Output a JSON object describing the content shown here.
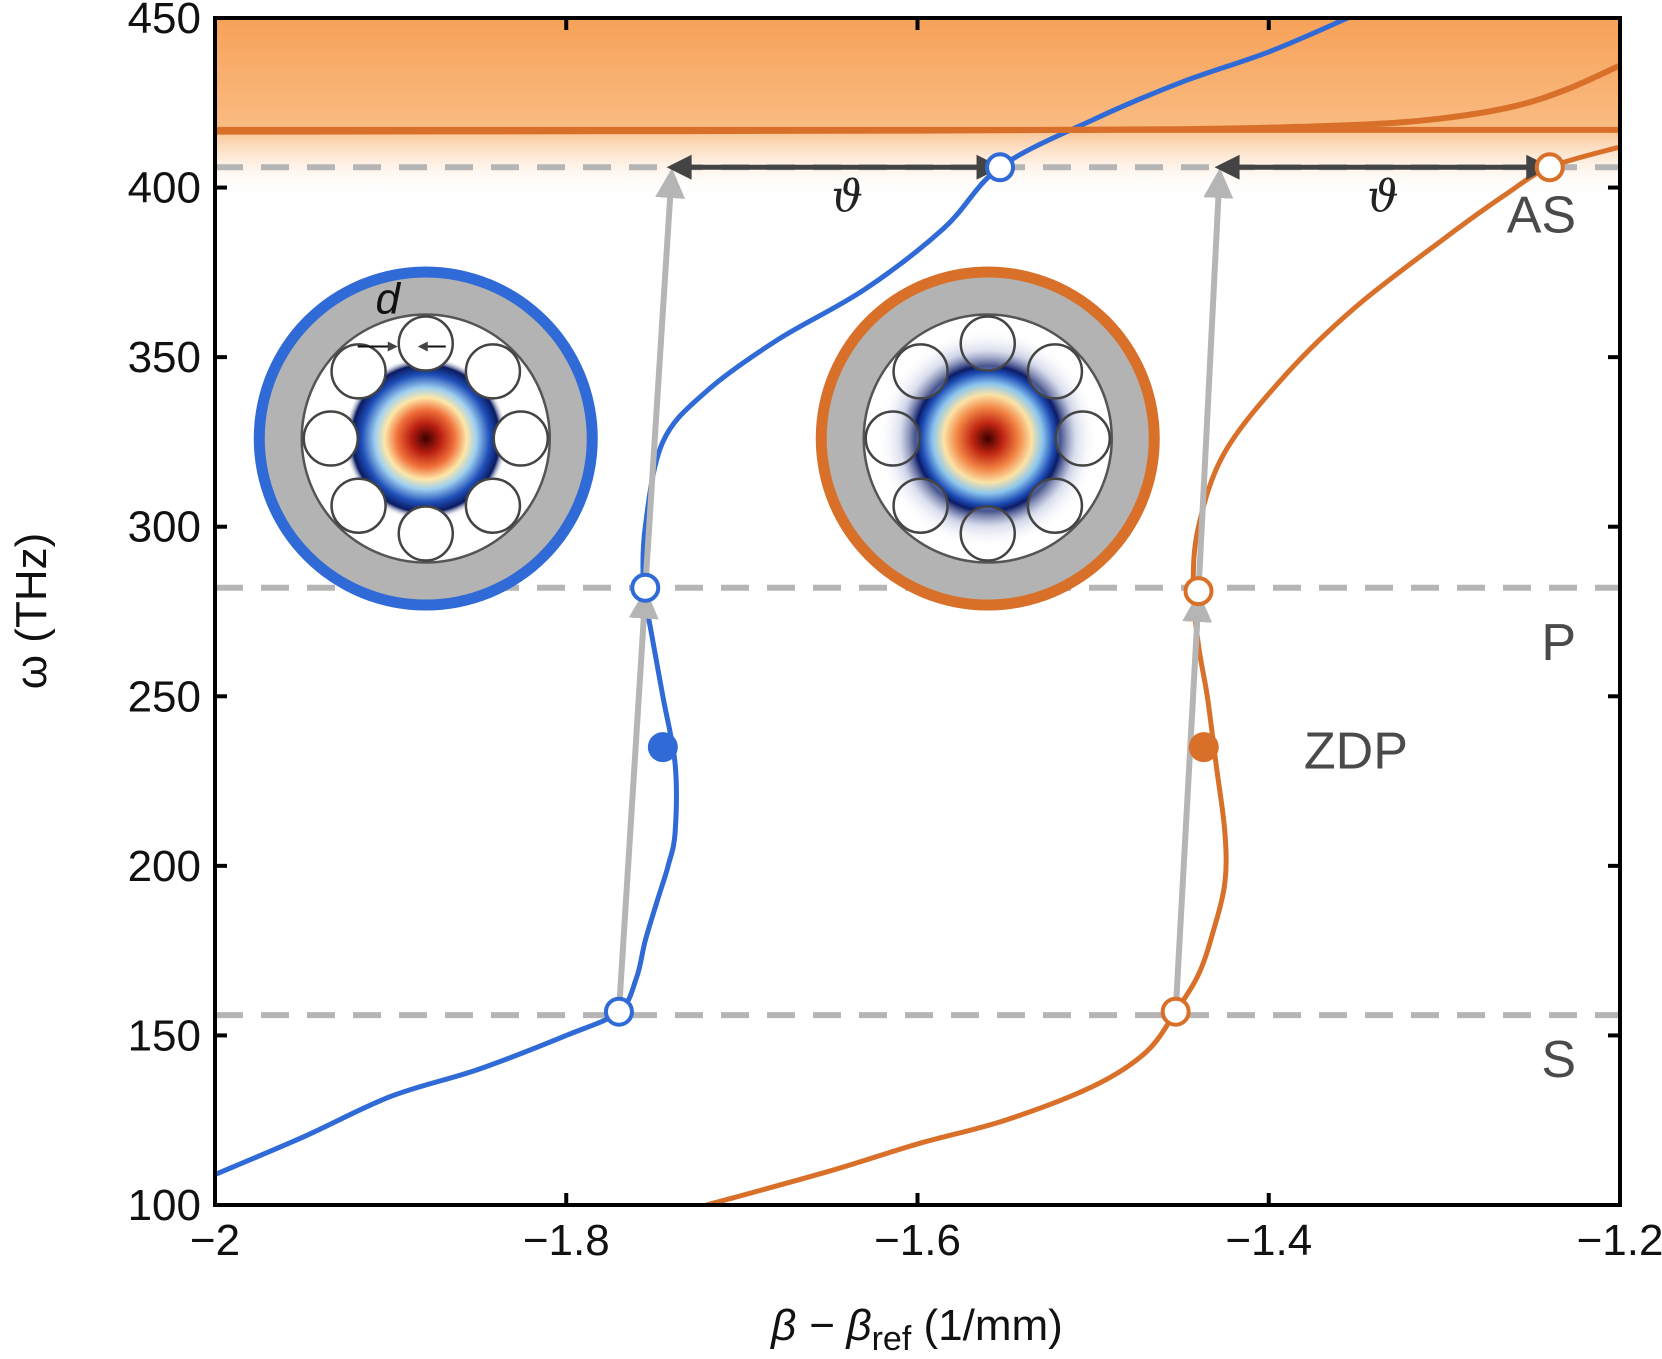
{
  "chart_data": {
    "type": "line",
    "xlabel": "β − βref (1/mm)",
    "xlabel_main": "β − β",
    "xlabel_sub": "ref",
    "xlabel_unit": " (1/mm)",
    "ylabel": "ω (THz)",
    "xlim": [
      -2,
      -1.2
    ],
    "ylim": [
      100,
      450
    ],
    "xticks": [
      -2,
      -1.8,
      -1.6,
      -1.4,
      -1.2
    ],
    "yticks": [
      100,
      150,
      200,
      250,
      300,
      350,
      400,
      450
    ],
    "xtick_labels": [
      "−2",
      "−1.8",
      "−1.6",
      "−1.4",
      "−1.2"
    ],
    "ytick_labels": [
      "100",
      "150",
      "200",
      "250",
      "300",
      "350",
      "400",
      "450"
    ],
    "grid": false,
    "colors": {
      "blue": "#2f6ad6",
      "orange": "#d9702a",
      "band": "#f7a560",
      "gray": "#b5b5b5",
      "dark_arrow": "#444444"
    },
    "band_region": {
      "y_from": 406,
      "y_to": 450,
      "label": ""
    },
    "hlines": [
      {
        "y": 406,
        "style": "dashed"
      },
      {
        "y": 282,
        "style": "dashed"
      },
      {
        "y": 156,
        "style": "dashed"
      }
    ],
    "series": [
      {
        "color": "blue",
        "x": [
          -2.0,
          -1.95,
          -1.9,
          -1.85,
          -1.8,
          -1.77,
          -1.76,
          -1.755,
          -1.748,
          -1.742,
          -1.738,
          -1.738,
          -1.745,
          -1.752,
          -1.756,
          -1.755,
          -1.745,
          -1.72,
          -1.68,
          -1.63,
          -1.585,
          -1.553,
          -1.5,
          -1.45,
          -1.4,
          -1.355
        ],
        "y": [
          109,
          120,
          132,
          140,
          150,
          157,
          167,
          178,
          190,
          200,
          210,
          230,
          250,
          270,
          282,
          300,
          325,
          340,
          355,
          370,
          388,
          406,
          420,
          431,
          440,
          450
        ]
      },
      {
        "color": "orange",
        "x": [
          -1.72,
          -1.65,
          -1.6,
          -1.55,
          -1.5,
          -1.47,
          -1.453,
          -1.44,
          -1.432,
          -1.425,
          -1.425,
          -1.43,
          -1.435,
          -1.44,
          -1.443,
          -1.44,
          -1.425,
          -1.39,
          -1.35,
          -1.3,
          -1.265,
          -1.24,
          -1.2
        ],
        "y": [
          100,
          110,
          118,
          125,
          135,
          145,
          157,
          168,
          180,
          195,
          210,
          230,
          250,
          265,
          282,
          300,
          322,
          345,
          365,
          385,
          398,
          406,
          412
        ]
      },
      {
        "color": "orange",
        "x": [
          -2.0,
          -1.8,
          -1.6,
          -1.45,
          -1.35,
          -1.3,
          -1.26,
          -1.23,
          -1.2
        ],
        "y": [
          416.5,
          416.6,
          416.8,
          417.2,
          418.5,
          420.5,
          424,
          429,
          436
        ]
      },
      {
        "color": "orange",
        "x": [
          -2.0,
          -1.2
        ],
        "y": [
          417,
          417
        ]
      }
    ],
    "open_markers": [
      {
        "x": -1.77,
        "y": 157,
        "color": "blue"
      },
      {
        "x": -1.755,
        "y": 282,
        "color": "blue"
      },
      {
        "x": -1.553,
        "y": 406,
        "color": "blue"
      },
      {
        "x": -1.453,
        "y": 157,
        "color": "orange"
      },
      {
        "x": -1.44,
        "y": 281,
        "color": "orange"
      },
      {
        "x": -1.24,
        "y": 406,
        "color": "orange"
      }
    ],
    "filled_markers": [
      {
        "x": -1.745,
        "y": 235,
        "color": "blue"
      },
      {
        "x": -1.437,
        "y": 235,
        "color": "orange"
      }
    ],
    "gray_arrows": [
      {
        "x1": -1.77,
        "y1": 157,
        "x2": -1.755,
        "y2": 280
      },
      {
        "x1": -1.755,
        "y1": 282,
        "x2": -1.74,
        "y2": 404
      },
      {
        "x1": -1.453,
        "y1": 157,
        "x2": -1.44,
        "y2": 279
      },
      {
        "x1": -1.44,
        "y1": 281,
        "x2": -1.428,
        "y2": 404
      }
    ],
    "double_arrows": [
      {
        "x1": -1.74,
        "x2": -1.555,
        "y": 406,
        "label": "ϑ",
        "label_x": -1.64,
        "label_y": 393
      },
      {
        "x1": -1.428,
        "x2": -1.242,
        "y": 406,
        "label": "ϑ",
        "label_x": -1.335,
        "label_y": 393
      }
    ],
    "annotations": [
      {
        "text": "AS",
        "x": -1.225,
        "y": 392
      },
      {
        "text": "P",
        "x": -1.225,
        "y": 266
      },
      {
        "text": "ZDP",
        "x": -1.38,
        "y": 234
      },
      {
        "text": "S",
        "x": -1.225,
        "y": 143
      }
    ],
    "insets": [
      {
        "name": "blue-fiber",
        "ring_color": "blue",
        "cx": -1.88,
        "cy": 326,
        "mode": "compact",
        "label": "d"
      },
      {
        "name": "orange-fiber",
        "ring_color": "orange",
        "cx": -1.56,
        "cy": 326,
        "mode": "spread",
        "label": ""
      }
    ]
  }
}
